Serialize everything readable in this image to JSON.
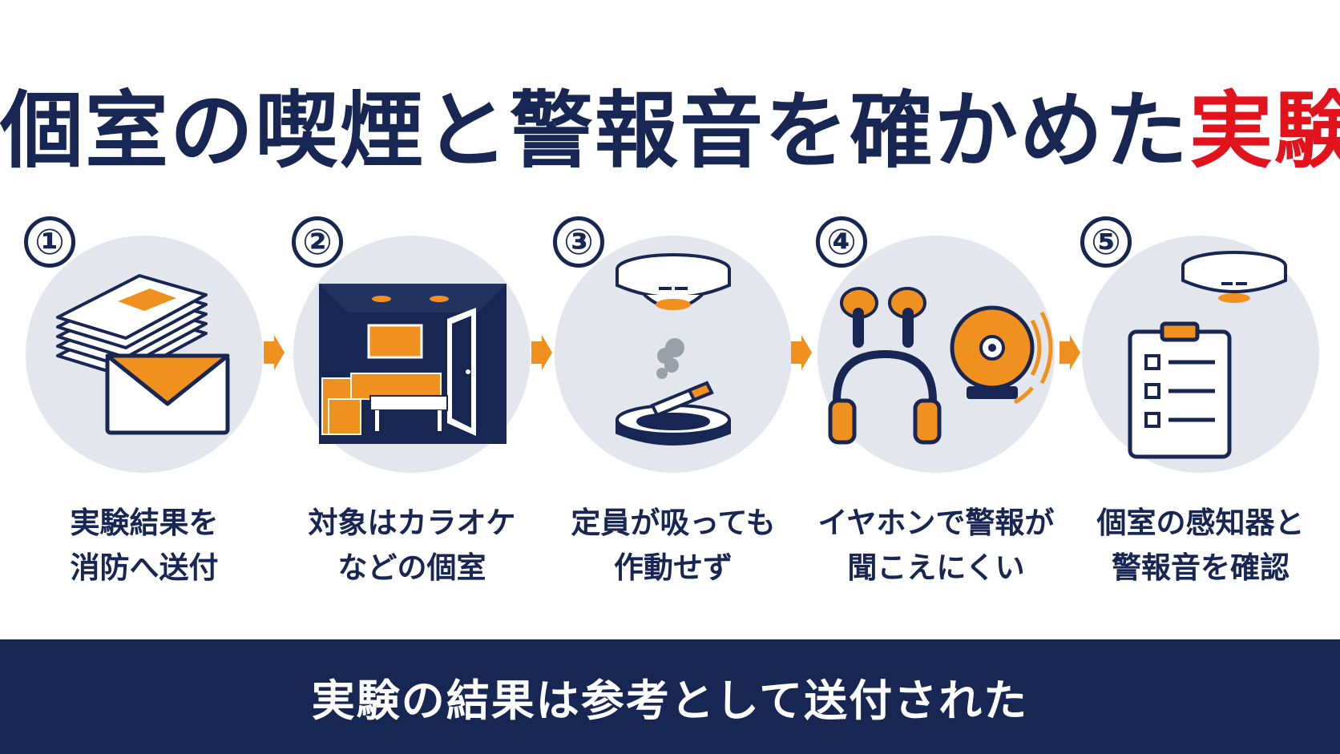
{
  "title": {
    "main": "個室の喫煙と警報音を確かめた",
    "accent": "実験"
  },
  "steps": [
    {
      "number": "①",
      "line1": "実験結果を",
      "line2": "消防へ送付",
      "icons": [
        "document-stack-icon",
        "envelope-icon"
      ]
    },
    {
      "number": "②",
      "line1": "対象はカラオケ",
      "line2": "などの個室",
      "icons": [
        "karaoke-room-icon"
      ]
    },
    {
      "number": "③",
      "line1": "定員が吸っても",
      "line2": "作動せず",
      "icons": [
        "smoke-detector-icon",
        "ashtray-cigarette-icon"
      ]
    },
    {
      "number": "④",
      "line1": "イヤホンで警報が",
      "line2": "聞こえにくい",
      "icons": [
        "earbuds-icon",
        "headphones-icon",
        "alarm-bell-icon"
      ]
    },
    {
      "number": "⑤",
      "line1": "個室の感知器と",
      "line2": "警報音を確認",
      "icons": [
        "smoke-detector-icon",
        "clipboard-checklist-icon"
      ]
    }
  ],
  "banner": {
    "text": "実験の結果は参考として送付された"
  },
  "colors": {
    "navy": "#172652",
    "orange": "#f0901e",
    "red": "#e1141e",
    "circle": "#e3e6ec"
  }
}
